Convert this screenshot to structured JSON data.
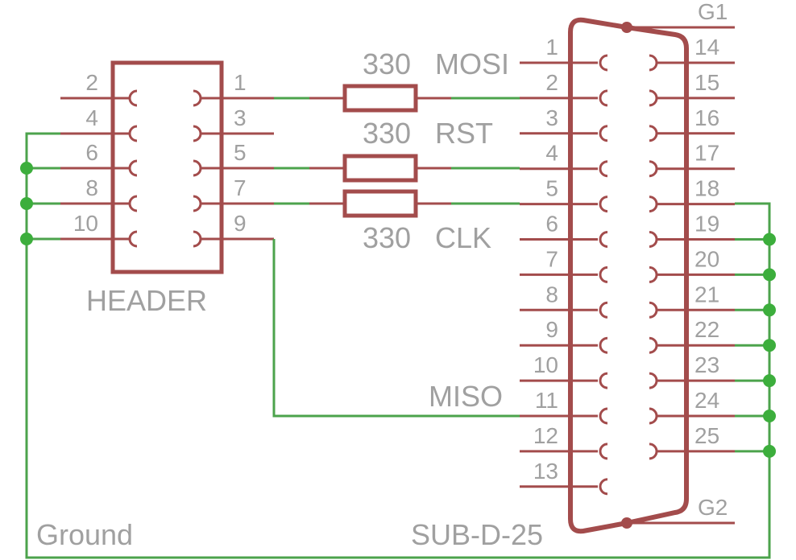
{
  "colors": {
    "component": "#a34c4c",
    "wire": "#4ca34c",
    "junction": "#3cae3c",
    "label": "#a0a0a0",
    "background": "#ffffff"
  },
  "header": {
    "name": "HEADER",
    "pins_left": [
      "2",
      "4",
      "6",
      "8",
      "10"
    ],
    "pins_right": [
      "1",
      "3",
      "5",
      "7",
      "9"
    ]
  },
  "resistors": [
    {
      "value": "330",
      "signal": "MOSI"
    },
    {
      "value": "330",
      "signal": "RST"
    },
    {
      "value": "330",
      "signal": "CLK"
    }
  ],
  "miso_label": "MISO",
  "ground_label": "Ground",
  "subd": {
    "name": "SUB-D-25",
    "pins_left": [
      "1",
      "2",
      "3",
      "4",
      "5",
      "6",
      "7",
      "8",
      "9",
      "10",
      "11",
      "12",
      "13"
    ],
    "pins_right": [
      "14",
      "15",
      "16",
      "17",
      "18",
      "19",
      "20",
      "21",
      "22",
      "23",
      "24",
      "25"
    ],
    "shield_top": "G1",
    "shield_bottom": "G2"
  }
}
